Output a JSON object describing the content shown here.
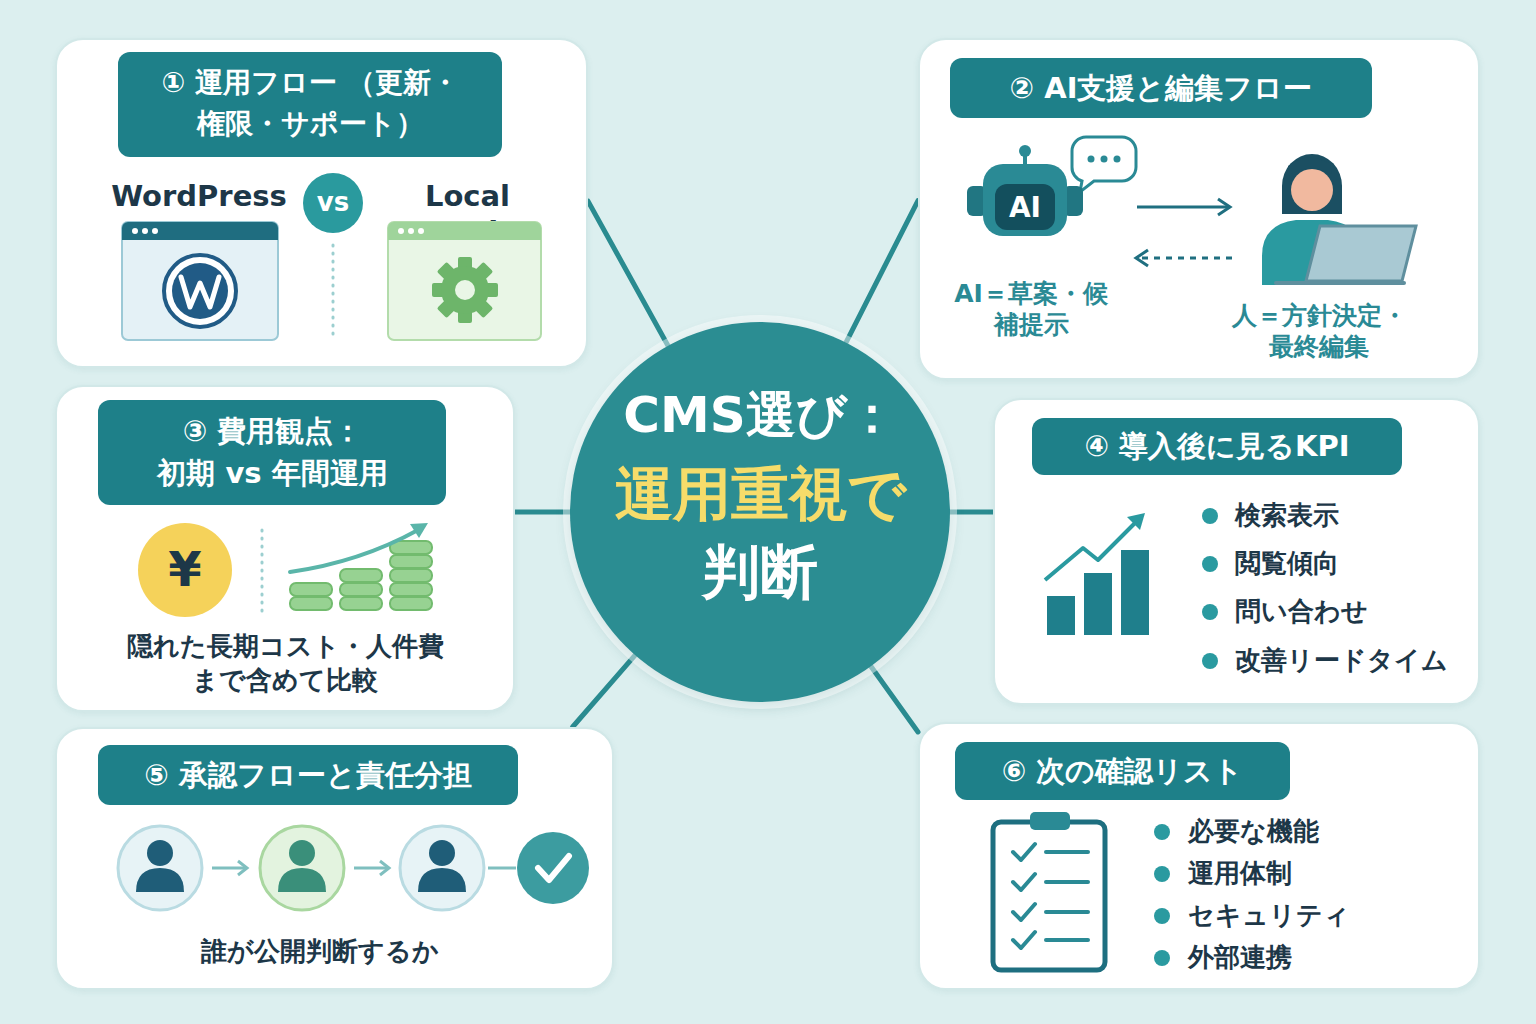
{
  "diagram": {
    "nodes": [
      {
        "text": [
          "CMS選び：",
          "運用重視で",
          "判断"
        ]
      },
      {
        "text": [
          "WordPress",
          "Local Hack"
        ]
      },
      {
        "text": [
          "① 運用フロー （更新・権限・サポート）"
        ],
        "in": 1
      },
      {
        "text": [
          "vs"
        ],
        "in": 1
      },
      {
        "text": [
          "AI＝草案・候補提示",
          "人＝方針決定・最終編集"
        ]
      },
      {
        "text": [
          "② AI支援と編集フロー"
        ],
        "in": 4
      },
      {
        "text": [
          "隠れた長期コスト・人件費 まで含めて比較"
        ]
      },
      {
        "text": [
          "③ 費用観点： 初期 vs 年間運用"
        ],
        "in": 6
      },
      {
        "text": [
          "¥"
        ],
        "in": 6
      },
      {
        "text": [
          "検索表示",
          "閲覧傾向",
          "問い合わせ",
          "改善リードタイム"
        ]
      },
      {
        "text": [
          "④ 導入後に見るKPI"
        ],
        "in": 9
      },
      {
        "text": [
          "誰が公開判断するか"
        ]
      },
      {
        "text": [
          "⑤ 承認フローと責任分担"
        ],
        "in": 11
      },
      {
        "text": [
          "必要な機能",
          "運用体制",
          "セキュリティ",
          "外部連携"
        ]
      },
      {
        "text": [
          "⑥ 次の確認リスト"
        ],
        "in": 13
      }
    ],
    "edges": [
      {
        "from": 0,
        "to": 1,
        "arrow": "none"
      },
      {
        "from": 0,
        "to": 4,
        "arrow": "none"
      },
      {
        "from": 0,
        "to": 6,
        "arrow": "none"
      },
      {
        "from": 0,
        "to": 9,
        "arrow": "none"
      },
      {
        "from": 0,
        "to": 11,
        "arrow": "none"
      },
      {
        "from": 0,
        "to": 13,
        "arrow": "none"
      }
    ],
    "labels": [
      "AI"
    ]
  }
}
